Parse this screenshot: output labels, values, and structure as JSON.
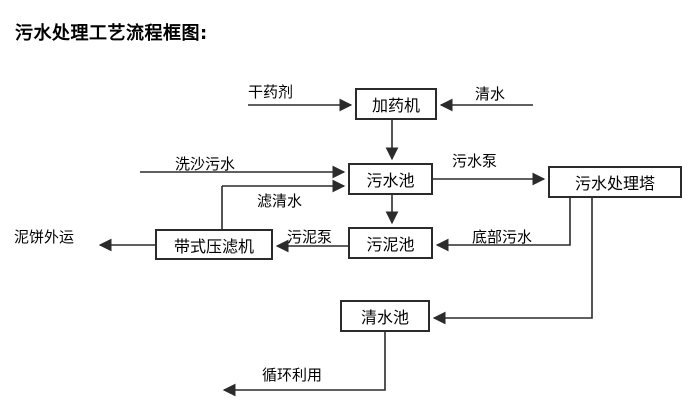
{
  "title": "污水处理工艺流程框图:",
  "diagram": {
    "type": "flowchart",
    "nodes": {
      "dosing_machine": "加药机",
      "sewage_pool": "污水池",
      "treatment_tower": "污水处理塔",
      "sludge_pool": "污泥池",
      "belt_filter_press": "带式压滤机",
      "clean_water_pool": "清水池"
    },
    "labels": {
      "dry_agent": "干药剂",
      "clean_water": "清水",
      "sand_washing_sewage": "洗沙污水",
      "sewage_pump": "污水泵",
      "filtered_water": "滤清水",
      "mud_cake_out": "泥饼外运",
      "sludge_pump": "污泥泵",
      "bottom_sewage": "底部污水",
      "recycle": "循环利用"
    },
    "edges": [
      {
        "from": "干药剂(外部)",
        "to": "加药机",
        "label": "干药剂"
      },
      {
        "from": "清水(外部)",
        "to": "加药机",
        "label": "清水"
      },
      {
        "from": "加药机",
        "to": "污水池",
        "label": ""
      },
      {
        "from": "洗沙污水(外部)",
        "to": "污水池",
        "label": "洗沙污水"
      },
      {
        "from": "带式压滤机",
        "to": "污水池",
        "label": "滤清水"
      },
      {
        "from": "污水池",
        "to": "污水处理塔",
        "label": "污水泵"
      },
      {
        "from": "污水池",
        "to": "污泥池",
        "label": ""
      },
      {
        "from": "污水处理塔",
        "to": "污泥池",
        "label": "底部污水"
      },
      {
        "from": "污水处理塔",
        "to": "清水池",
        "label": ""
      },
      {
        "from": "污泥池",
        "to": "带式压滤机",
        "label": "污泥泵"
      },
      {
        "from": "带式压滤机",
        "to": "泥饼外运(外部)",
        "label": "泥饼外运"
      },
      {
        "from": "清水池",
        "to": "循环利用(外部)",
        "label": "循环利用"
      }
    ]
  },
  "colors": {
    "line": "#2b2b2b",
    "text": "#000000",
    "background": "#ffffff"
  }
}
